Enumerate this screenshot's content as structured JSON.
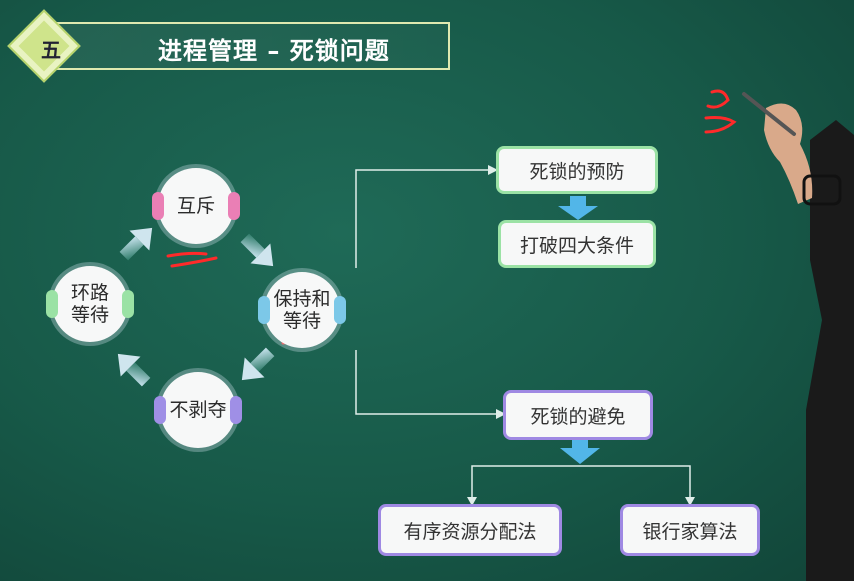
{
  "header": {
    "badge": "五",
    "title": "进程管理 – 死锁问题"
  },
  "cycle": {
    "mutex": "互斥",
    "hold_wait": [
      "保持和",
      "等待"
    ],
    "no_preempt": "不剥夺",
    "circular_wait": [
      "环路",
      "等待"
    ]
  },
  "prevention": {
    "title": "死锁的预防",
    "action": "打破四大条件"
  },
  "avoidance": {
    "title": "死锁的避免",
    "methods": [
      "有序资源分配法",
      "银行家算法"
    ]
  },
  "colors": {
    "accent_green": "#9be2a5",
    "accent_purple": "#9f89e3",
    "arrow_blue": "#52b6e8",
    "annotation_red": "#ff2a2a"
  }
}
